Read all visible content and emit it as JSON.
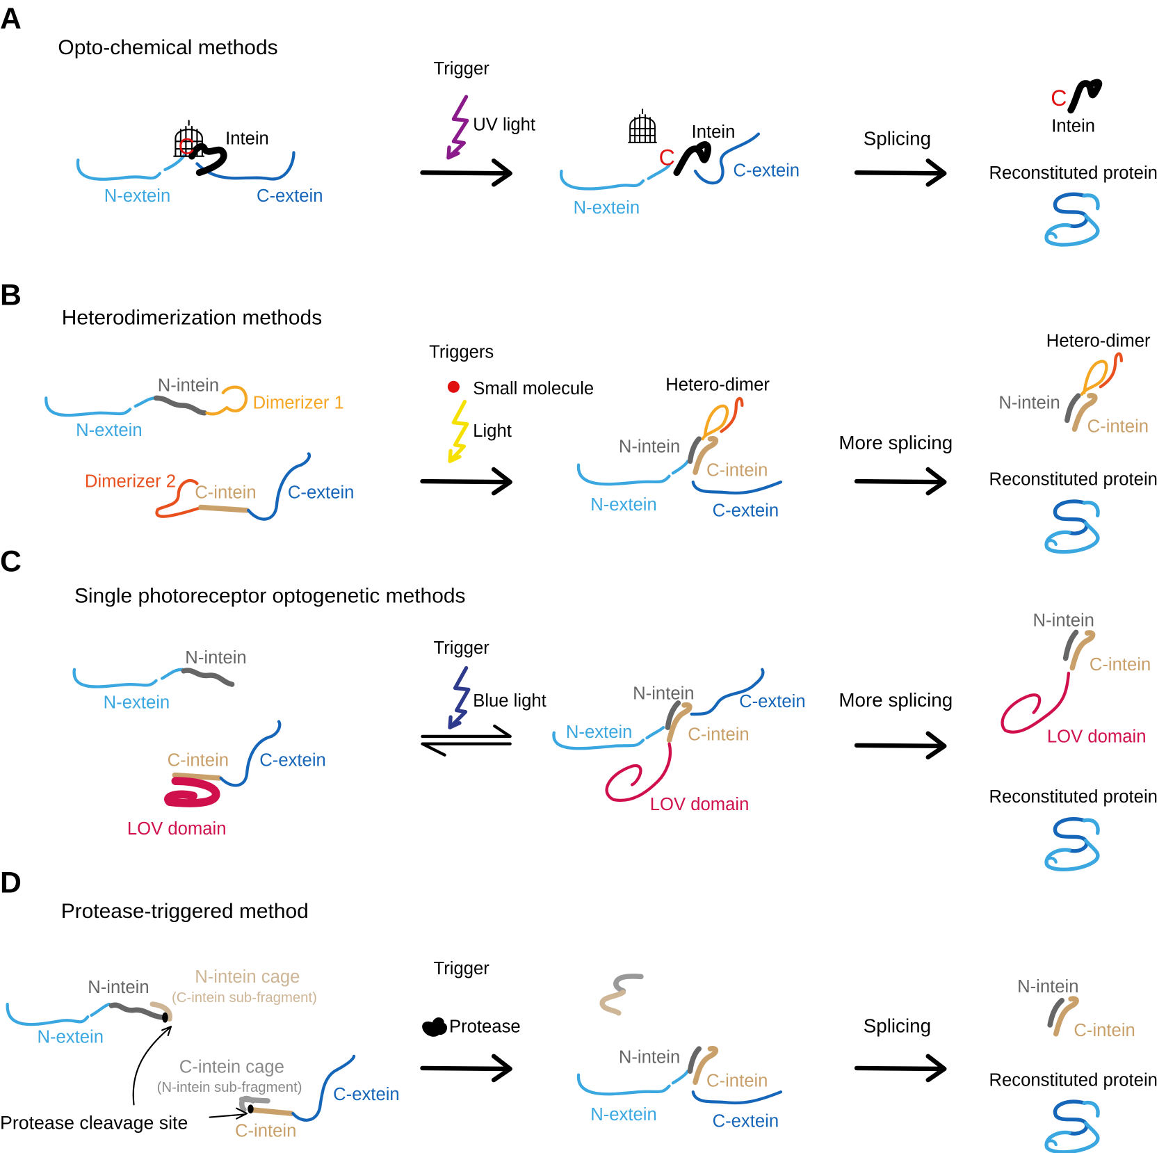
{
  "colors": {
    "n_extein": "#3aa7e0",
    "c_extein": "#1565b8",
    "n_intein": "#666666",
    "c_intein": "#c9a06a",
    "dimerizer_1": "#f5a623",
    "dimerizer_2": "#e8501e",
    "lov_domain": "#d0104c",
    "uv_light": "#8b1a8b",
    "light": "#f5e000",
    "blue_light": "#2e3a8c",
    "small_molecule": "#e01010"
  },
  "panelA": {
    "letter": "A",
    "title": "Opto-chemical methods",
    "trigger": "Trigger",
    "uv_light": "UV light",
    "left": {
      "intein": "Intein",
      "n_extein": "N-extein",
      "c_extein": "C-extein"
    },
    "middle": {
      "intein": "Intein",
      "c": "C",
      "c_extein": "C-extein",
      "n_extein": "N-extein"
    },
    "step": "Splicing",
    "right": {
      "c": "C",
      "intein": "Intein",
      "reconstituted": "Reconstituted protein"
    },
    "icons": [
      "cage-icon",
      "lightning-icon"
    ]
  },
  "panelB": {
    "letter": "B",
    "title": "Heterodimerization methods",
    "triggers": "Triggers",
    "small_molecule": "Small molecule",
    "light": "Light",
    "left": {
      "n_intein": "N-intein",
      "dimerizer_1": "Dimerizer 1",
      "n_extein": "N-extein",
      "dimerizer_2": "Dimerizer 2",
      "c_intein": "C-intein",
      "c_extein": "C-extein"
    },
    "middle": {
      "heterodimer": "Hetero-dimer",
      "n_intein": "N-intein",
      "c_intein": "C-intein",
      "n_extein": "N-extein",
      "c_extein": "C-extein"
    },
    "step": "More splicing",
    "right": {
      "heterodimer": "Hetero-dimer",
      "n_intein": "N-intein",
      "c_intein": "C-intein",
      "reconstituted": "Reconstituted protein"
    }
  },
  "panelC": {
    "letter": "C",
    "title": "Single photoreceptor optogenetic methods",
    "trigger": "Trigger",
    "blue_light": "Blue light",
    "left": {
      "n_intein": "N-intein",
      "n_extein": "N-extein",
      "c_intein": "C-intein",
      "c_extein": "C-extein",
      "lov": "LOV domain"
    },
    "middle": {
      "n_intein": "N-intein",
      "c_extein": "C-extein",
      "n_extein": "N-extein",
      "c_intein": "C-intein",
      "lov": "LOV domain"
    },
    "step": "More splicing",
    "right": {
      "n_intein": "N-intein",
      "c_intein": "C-intein",
      "lov": "LOV domain",
      "reconstituted": "Reconstituted protein"
    }
  },
  "panelD": {
    "letter": "D",
    "title": "Protease-triggered method",
    "trigger": "Trigger",
    "protease": "Protease",
    "left": {
      "n_intein": "N-intein",
      "n_cage": "N-intein cage",
      "n_cage_sub": "(C-intein sub-fragment)",
      "n_extein": "N-extein",
      "c_cage": "C-intein cage",
      "c_cage_sub": "(N-intein sub-fragment)",
      "c_extein": "C-extein",
      "cleavage": "Protease cleavage site",
      "c_intein": "C-intein"
    },
    "middle": {
      "n_intein": "N-intein",
      "c_intein": "C-intein",
      "n_extein": "N-extein",
      "c_extein": "C-extein"
    },
    "step": "Splicing",
    "right": {
      "n_intein": "N-intein",
      "c_intein": "C-intein",
      "reconstituted": "Reconstituted protein"
    }
  }
}
